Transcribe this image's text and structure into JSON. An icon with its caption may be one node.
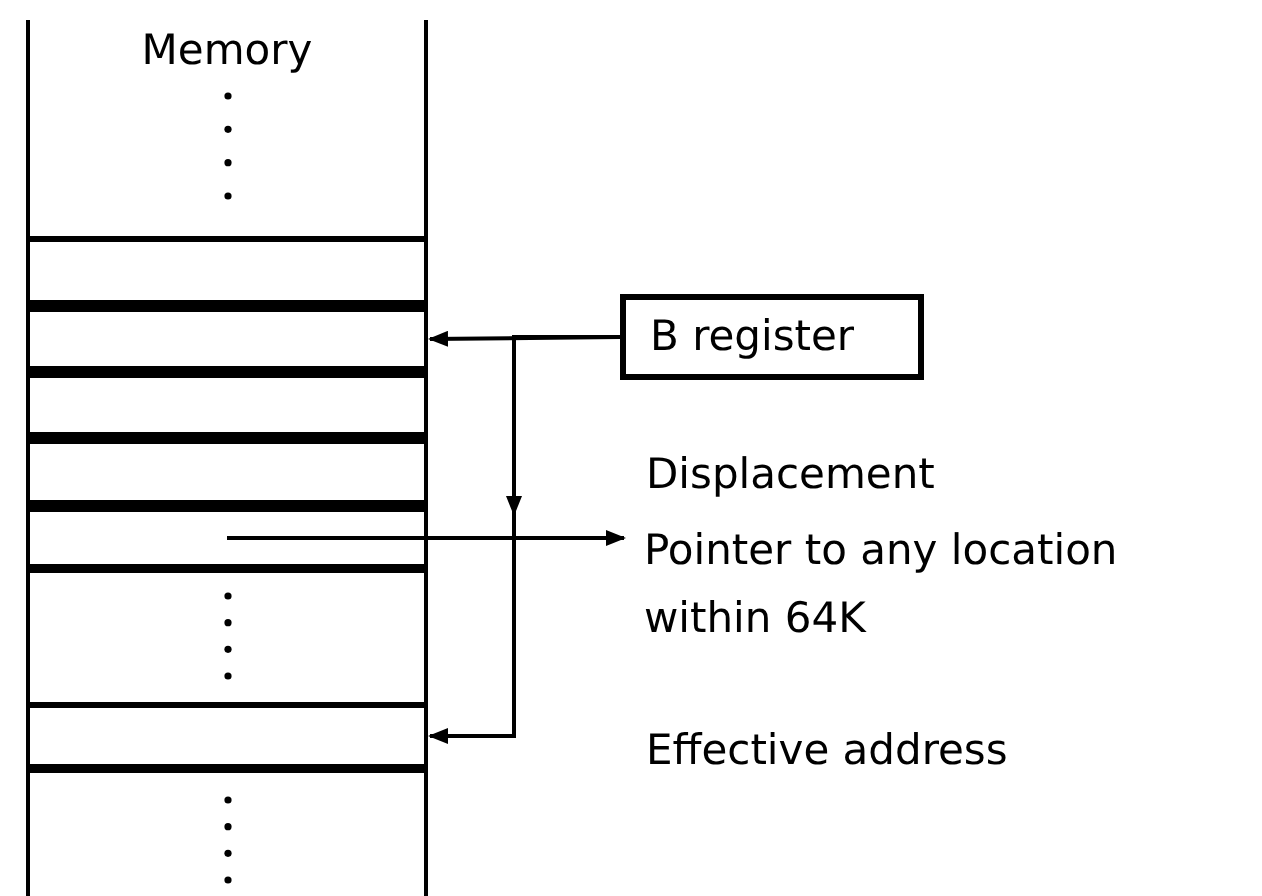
{
  "diagram": {
    "nodes": [
      {
        "text": [
          "Memory"
        ]
      },
      {
        "text": [],
        "shape": "box",
        "in": 0
      },
      {
        "text": [],
        "shape": "box",
        "in": 0
      },
      {
        "text": [],
        "shape": "box",
        "in": 0
      },
      {
        "text": [],
        "shape": "box",
        "in": 0
      },
      {
        "text": [],
        "shape": "box",
        "in": 0
      },
      {
        "text": [],
        "shape": "box",
        "in": 0
      },
      {
        "text": [
          "B register"
        ]
      },
      {
        "text": [
          "Pointer to any location within 64K"
        ]
      }
    ],
    "edges": [
      {
        "from": 7,
        "to": 2,
        "arrow": "to"
      },
      {
        "from": 7,
        "to": 6,
        "arrow": "to"
      },
      {
        "from": 5,
        "to": 8,
        "arrow": "to"
      }
    ],
    "labels": [
      "Displacement",
      "Effective address"
    ]
  }
}
